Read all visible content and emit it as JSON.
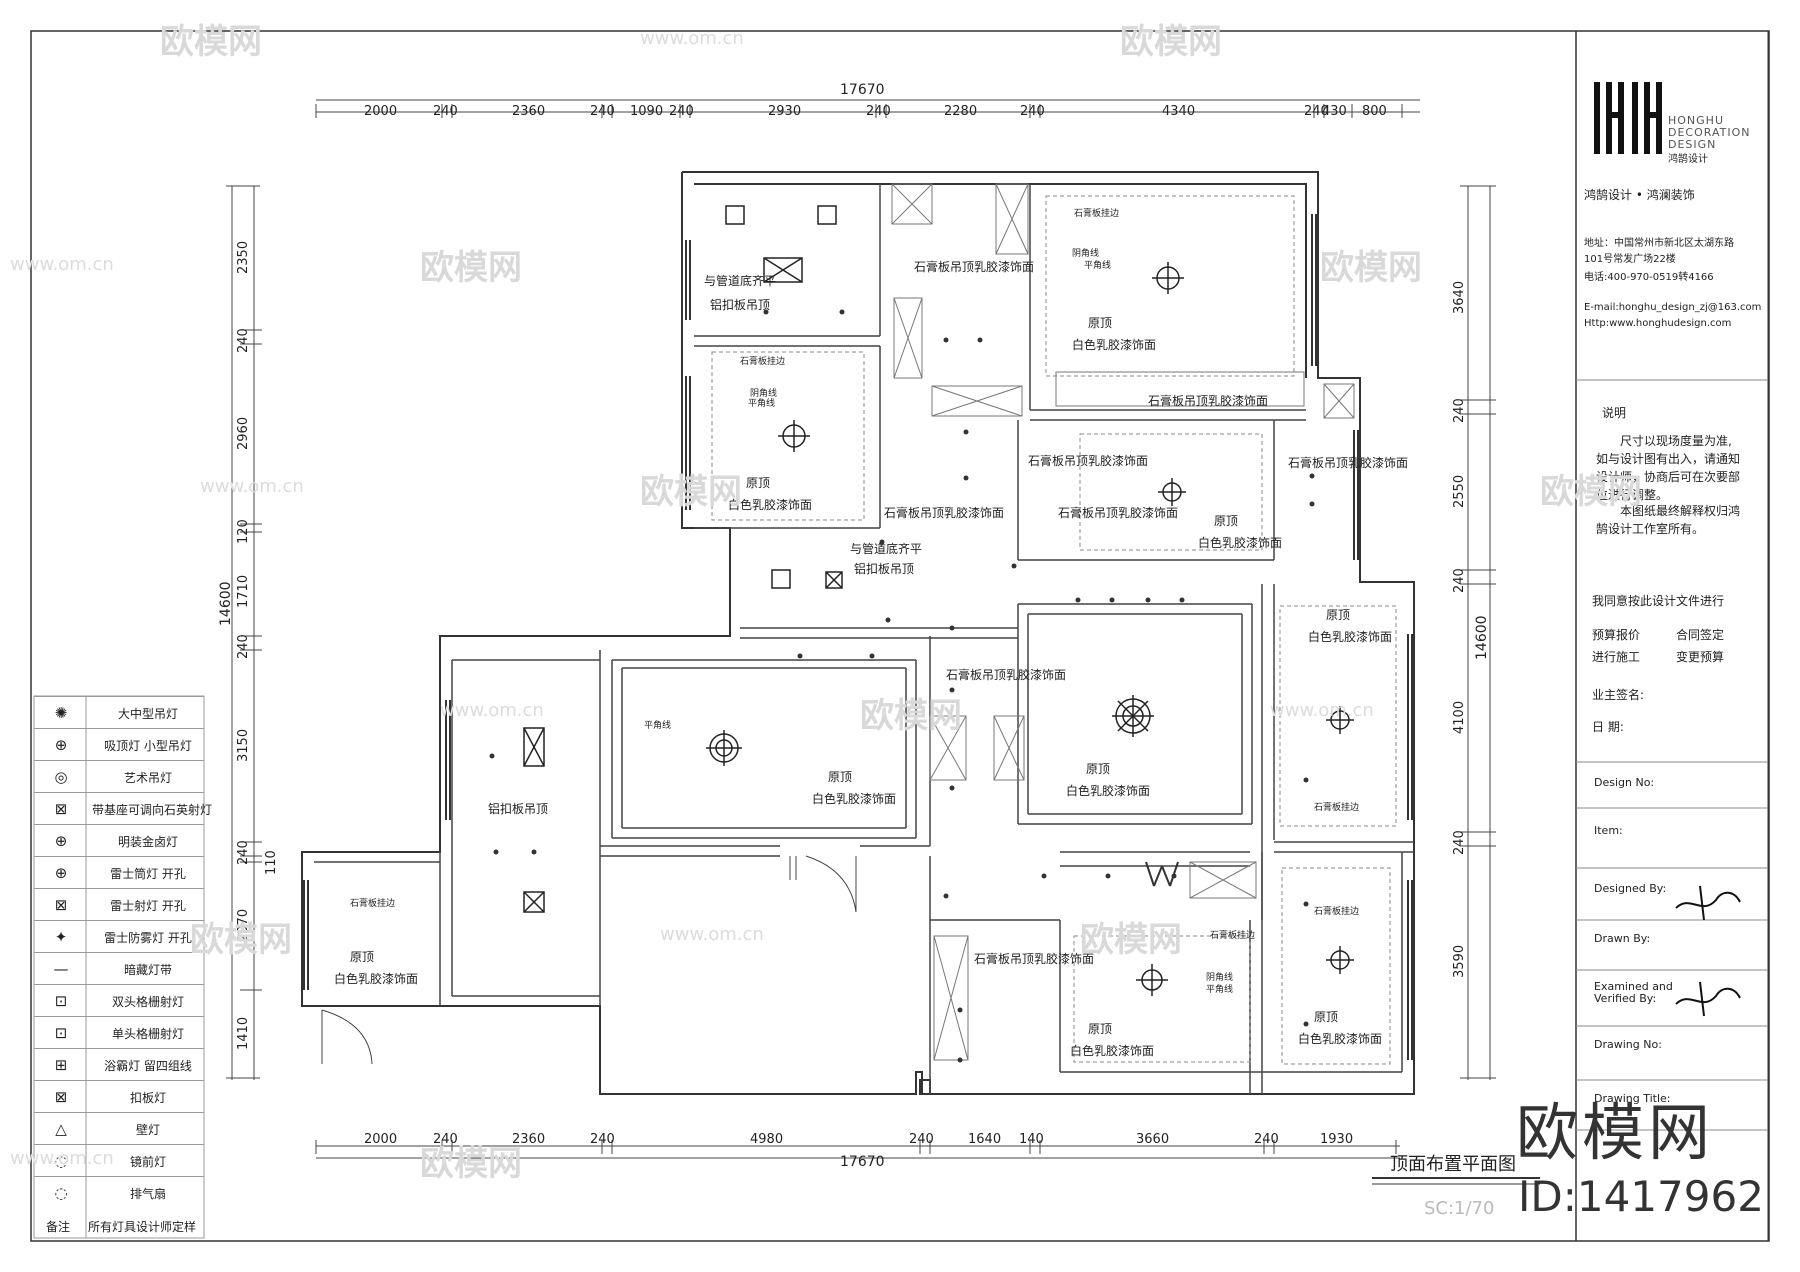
{
  "sheet": {
    "title": "顶面布置平面图",
    "scale": "SC:1/70"
  },
  "dimensions": {
    "total_top": "17670",
    "total_bottom": "17670",
    "total_left": "14600",
    "total_right": "14600",
    "top_segments": [
      "2000",
      "240",
      "2360",
      "240",
      "1090",
      "240",
      "2930",
      "240",
      "2280",
      "240",
      "4340",
      "240",
      "430",
      "800"
    ],
    "bottom_segments": [
      "2000",
      "240",
      "2360",
      "240",
      "4980",
      "240",
      "1640",
      "140",
      "3660",
      "240",
      "1930"
    ],
    "left_segments": [
      "2350",
      "240",
      "2960",
      "120",
      "1710",
      "240",
      "3150",
      "240",
      "110",
      "2070",
      "1410"
    ],
    "right_segments": [
      "3640",
      "240",
      "2550",
      "240",
      "4100",
      "240",
      "3590"
    ]
  },
  "room_labels": {
    "kitchen_top": "与管道底齐平",
    "kitchen_ceiling": "铝扣板吊顶",
    "bath_mid_top": "与管道底齐平",
    "bath_mid_ceiling": "铝扣板吊顶",
    "corridor_gypsum_1": "石膏板吊顶乳胶漆饰面",
    "bedroom_tr_orig": "原顶",
    "bedroom_tr_paint": "白色乳胶漆饰面",
    "bedroom_tr_gypsum": "石膏板吊顶乳胶漆饰面",
    "bedroom_tl_orig": "原顶",
    "bedroom_tl_paint": "白色乳胶漆饰面",
    "corridor_gypsum_2": "石膏板吊顶乳胶漆饰面",
    "center_gypsum_1": "石膏板吊顶乳胶漆饰面",
    "center_gypsum_2": "石膏板吊顶乳胶漆饰面",
    "right_gypsum": "石膏板吊顶乳胶漆饰面",
    "study_orig": "原顶",
    "study_paint": "白色乳胶漆饰面",
    "living_gypsum": "石膏板吊顶乳胶漆饰面",
    "living_orig": "原顶",
    "living_paint": "白色乳胶漆饰面",
    "dining_orig": "原顶",
    "dining_paint": "白色乳胶漆饰面",
    "right_room_orig": "原顶",
    "right_room_paint": "白色乳胶漆饰面",
    "left_ceiling": "铝扣板吊顶",
    "small_orig": "原顶",
    "small_paint": "白色乳胶漆饰面",
    "bottom_gypsum": "石膏板吊顶乳胶漆饰面",
    "bottom_orig": "原顶",
    "bottom_paint": "白色乳胶漆饰面",
    "bottom_right_orig": "原顶",
    "bottom_right_paint": "白色乳胶漆饰面",
    "edge_note": "石膏板挂边",
    "yin_corner": "阴角线",
    "flat_corner": "平角线"
  },
  "legend": {
    "items": [
      {
        "label": "大中型吊灯",
        "icon": "large-chandelier-icon",
        "glyph": "✺"
      },
      {
        "label": "吸顶灯  小型吊灯",
        "icon": "ceiling-lamp-icon",
        "glyph": "⊕"
      },
      {
        "label": "艺术吊灯",
        "icon": "art-pendant-icon",
        "glyph": "◎"
      },
      {
        "label": "带基座可调向石英射灯",
        "icon": "quartz-spotlight-icon",
        "glyph": "⊠"
      },
      {
        "label": "明装金卤灯",
        "icon": "halide-lamp-icon",
        "glyph": "⊕"
      },
      {
        "label": "雷士筒灯      开孔",
        "icon": "downlight-icon",
        "glyph": "⊕"
      },
      {
        "label": "雷士射灯      开孔",
        "icon": "spotlight-icon",
        "glyph": "⊠"
      },
      {
        "label": "雷士防雾灯      开孔",
        "icon": "fog-lamp-icon",
        "glyph": "✦"
      },
      {
        "label": "暗藏灯带",
        "icon": "hidden-light-strip-icon",
        "glyph": "—"
      },
      {
        "label": "双头格栅射灯",
        "icon": "double-grille-light-icon",
        "glyph": "⊡"
      },
      {
        "label": "单头格栅射灯",
        "icon": "single-grille-light-icon",
        "glyph": "⊡"
      },
      {
        "label": "浴霸灯  留四组线",
        "icon": "bath-heater-icon",
        "glyph": "⊞"
      },
      {
        "label": "扣板灯",
        "icon": "panel-light-icon",
        "glyph": "⊠"
      },
      {
        "label": "壁灯",
        "icon": "wall-lamp-icon",
        "glyph": "△"
      },
      {
        "label": "镜前灯",
        "icon": "mirror-light-icon",
        "glyph": "◌"
      },
      {
        "label": "排气扇",
        "icon": "exhaust-fan-icon",
        "glyph": "◌"
      }
    ],
    "note_label": "备注",
    "note_text": "所有灯具设计师定样"
  },
  "title_block": {
    "brand_en_1": "HONGHU",
    "brand_en_2": "DECORATION",
    "brand_en_3": "DESIGN",
    "brand_cn": "鸿鹄设计",
    "company": "鸿鹄设计 • 鸿澜装饰",
    "address_1": "地址：中国常州市新北区太湖东路",
    "address_2": "101号常发广场22楼",
    "phone": "电话:400-970-0519转4166",
    "email": "E-mail:honghu_design_zj@163.com",
    "web": "Http:www.honghudesign.com",
    "notes_title": "说明",
    "notes_1": "尺寸以现场度量为准,",
    "notes_2": "如与设计图有出入，请通知",
    "notes_3": "设计师，协商后可在次要部",
    "notes_4": "位进行调整。",
    "notes_5": "本图纸最终解释权归鸿",
    "notes_6": "鹄设计工作室所有。",
    "agree": "我同意按此设计文件进行",
    "opt_1": "预算报价",
    "opt_2": "合同签定",
    "opt_3": "进行施工",
    "opt_4": "变更预算",
    "sign": "业主签名:",
    "date": "日      期:",
    "design_no": "Design No:",
    "item": "Item:",
    "designed_by": "Designed By:",
    "drawn_by": "Drawn By:",
    "examined": "Examined and",
    "verified": "Verified By:",
    "drawing": "Drawing No:",
    "drawing_title": "Drawing Title:"
  },
  "watermark": {
    "brand": "欧模网",
    "domain": "www.om.cn",
    "big": "欧模网",
    "id": "ID:1417962"
  }
}
